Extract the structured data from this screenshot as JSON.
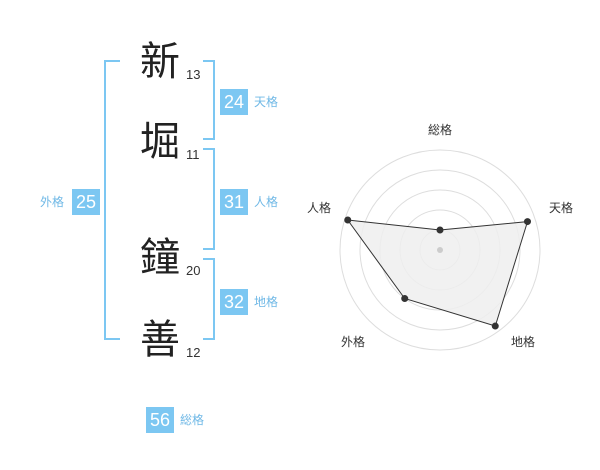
{
  "name_chars": [
    {
      "char": "新",
      "strokes": "13"
    },
    {
      "char": "堀",
      "strokes": "11"
    },
    {
      "char": "鐘",
      "strokes": "20"
    },
    {
      "char": "善",
      "strokes": "12"
    }
  ],
  "scores": {
    "tenkaku": {
      "value": "24",
      "label": "天格"
    },
    "jinkaku": {
      "value": "31",
      "label": "人格"
    },
    "chikaku": {
      "value": "32",
      "label": "地格"
    },
    "gaikaku": {
      "value": "25",
      "label": "外格"
    },
    "soukaku": {
      "value": "56",
      "label": "総格"
    }
  },
  "radar": {
    "axes": [
      "総格",
      "天格",
      "地格",
      "外格",
      "人格"
    ],
    "values": [
      0.2,
      0.92,
      0.94,
      0.6,
      0.97
    ],
    "levels": 5,
    "colors": {
      "fill": "#eeeeee",
      "line": "#333333",
      "grid": "#dddddd",
      "center": "#cccccc"
    }
  }
}
